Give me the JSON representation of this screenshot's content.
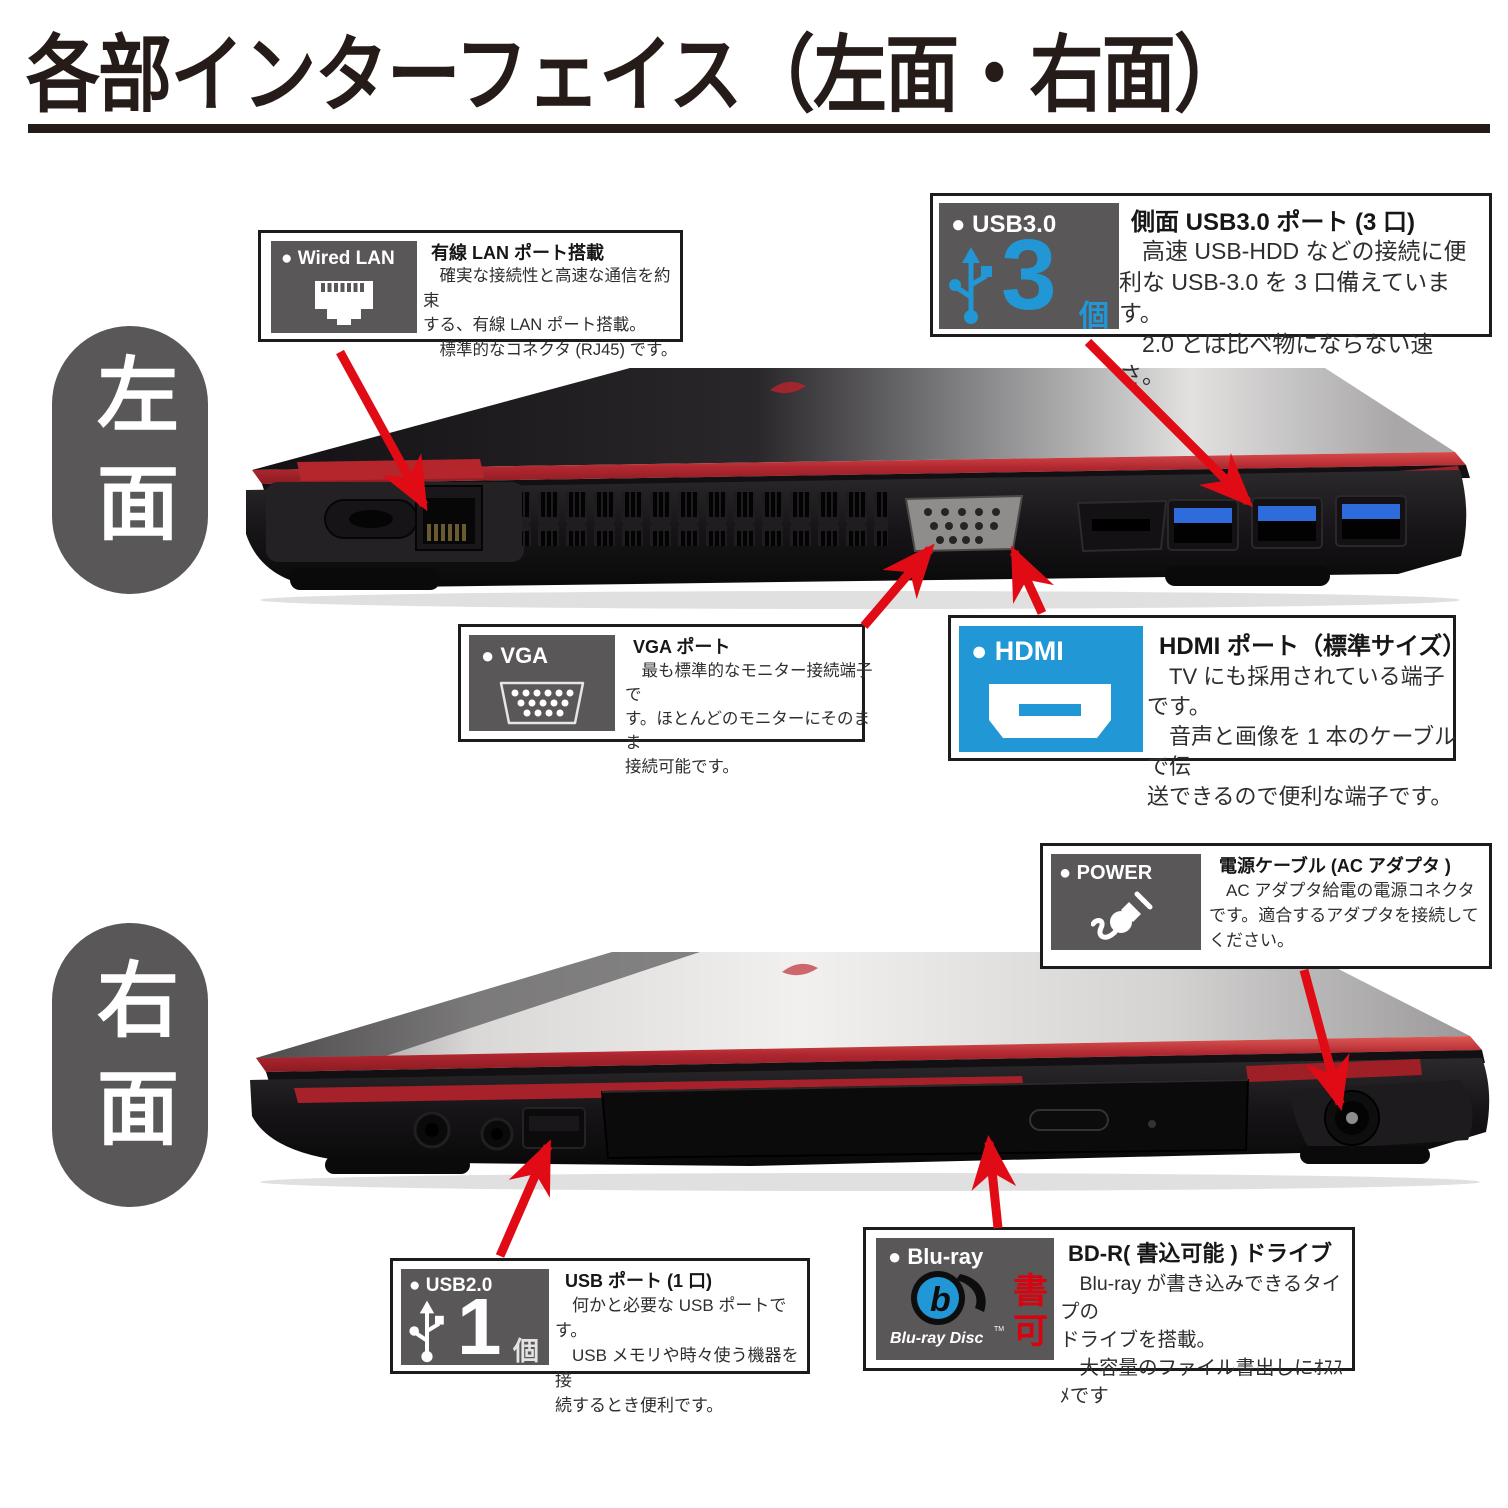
{
  "page": {
    "title": "各部インターフェイス（左面・右面）"
  },
  "colors": {
    "chip_gray": "#595757",
    "accent_blue": "#2197d6",
    "arrow_red": "#e00b15",
    "trim_red": "#b3232c",
    "usb_port_blue": "#2f6cdb"
  },
  "left_section": {
    "side_label": "左面",
    "callouts": {
      "wired_lan": {
        "chip_label": "● Wired LAN",
        "icon": "rj45-port-icon",
        "title": "有線 LAN ポート搭載",
        "body": "　確実な接続性と高速な通信を約束\nする、有線 LAN ポート搭載。\n　標準的なコネクタ (RJ45) です。"
      },
      "usb3": {
        "chip_label": "● USB3.0",
        "icon": "usb-icon",
        "count": "3",
        "unit": "個",
        "title": "側面 USB3.0 ポート (3 口)",
        "body": "　高速 USB-HDD などの接続に便\n利な USB-3.0 を 3 口備えています。\n　2.0 とは比べ物にならない速さ。"
      },
      "vga": {
        "chip_label": "● VGA",
        "icon": "vga-connector-icon",
        "title": "VGA ポート",
        "body": "　最も標準的なモニター接続端子で\nす。ほとんどのモニターにそのまま\n接続可能です。"
      },
      "hdmi": {
        "chip_label": "● HDMI",
        "icon": "hdmi-connector-icon",
        "title": "HDMI ポート（標準サイズ）",
        "body": "　TV にも採用されている端子です。\n　音声と画像を 1 本のケーブルで伝\n送できるので便利な端子です。"
      }
    }
  },
  "right_section": {
    "side_label": "右面",
    "callouts": {
      "power": {
        "chip_label": "● POWER",
        "icon": "power-plug-icon",
        "title": "電源ケーブル (AC アダプタ )",
        "body": "　AC アダプタ給電の電源コネクタ\nです。適合するアダプタを接続して\nください。"
      },
      "usb2": {
        "chip_label": "● USB2.0",
        "icon": "usb-icon",
        "count": "1",
        "unit": "個",
        "title": "USB ポート (1 口)",
        "body": "　何かと必要な USB ポートです。\n　USB メモリや時々使う機器を接\n続するとき便利です。"
      },
      "bluray": {
        "chip_label": "● Blu-ray",
        "icon": "bluray-disc-logo",
        "logo_letter": "b",
        "logo_text": "Blu-ray Disc",
        "logo_tm": "TM",
        "stamp": "書可",
        "title": "BD-R( 書込可能 ) ドライブ",
        "body": "　Blu-ray が書き込みできるタイプの\nドライブを搭載。\n　大容量のファイル書出しにｵｽｽﾒです"
      }
    }
  }
}
